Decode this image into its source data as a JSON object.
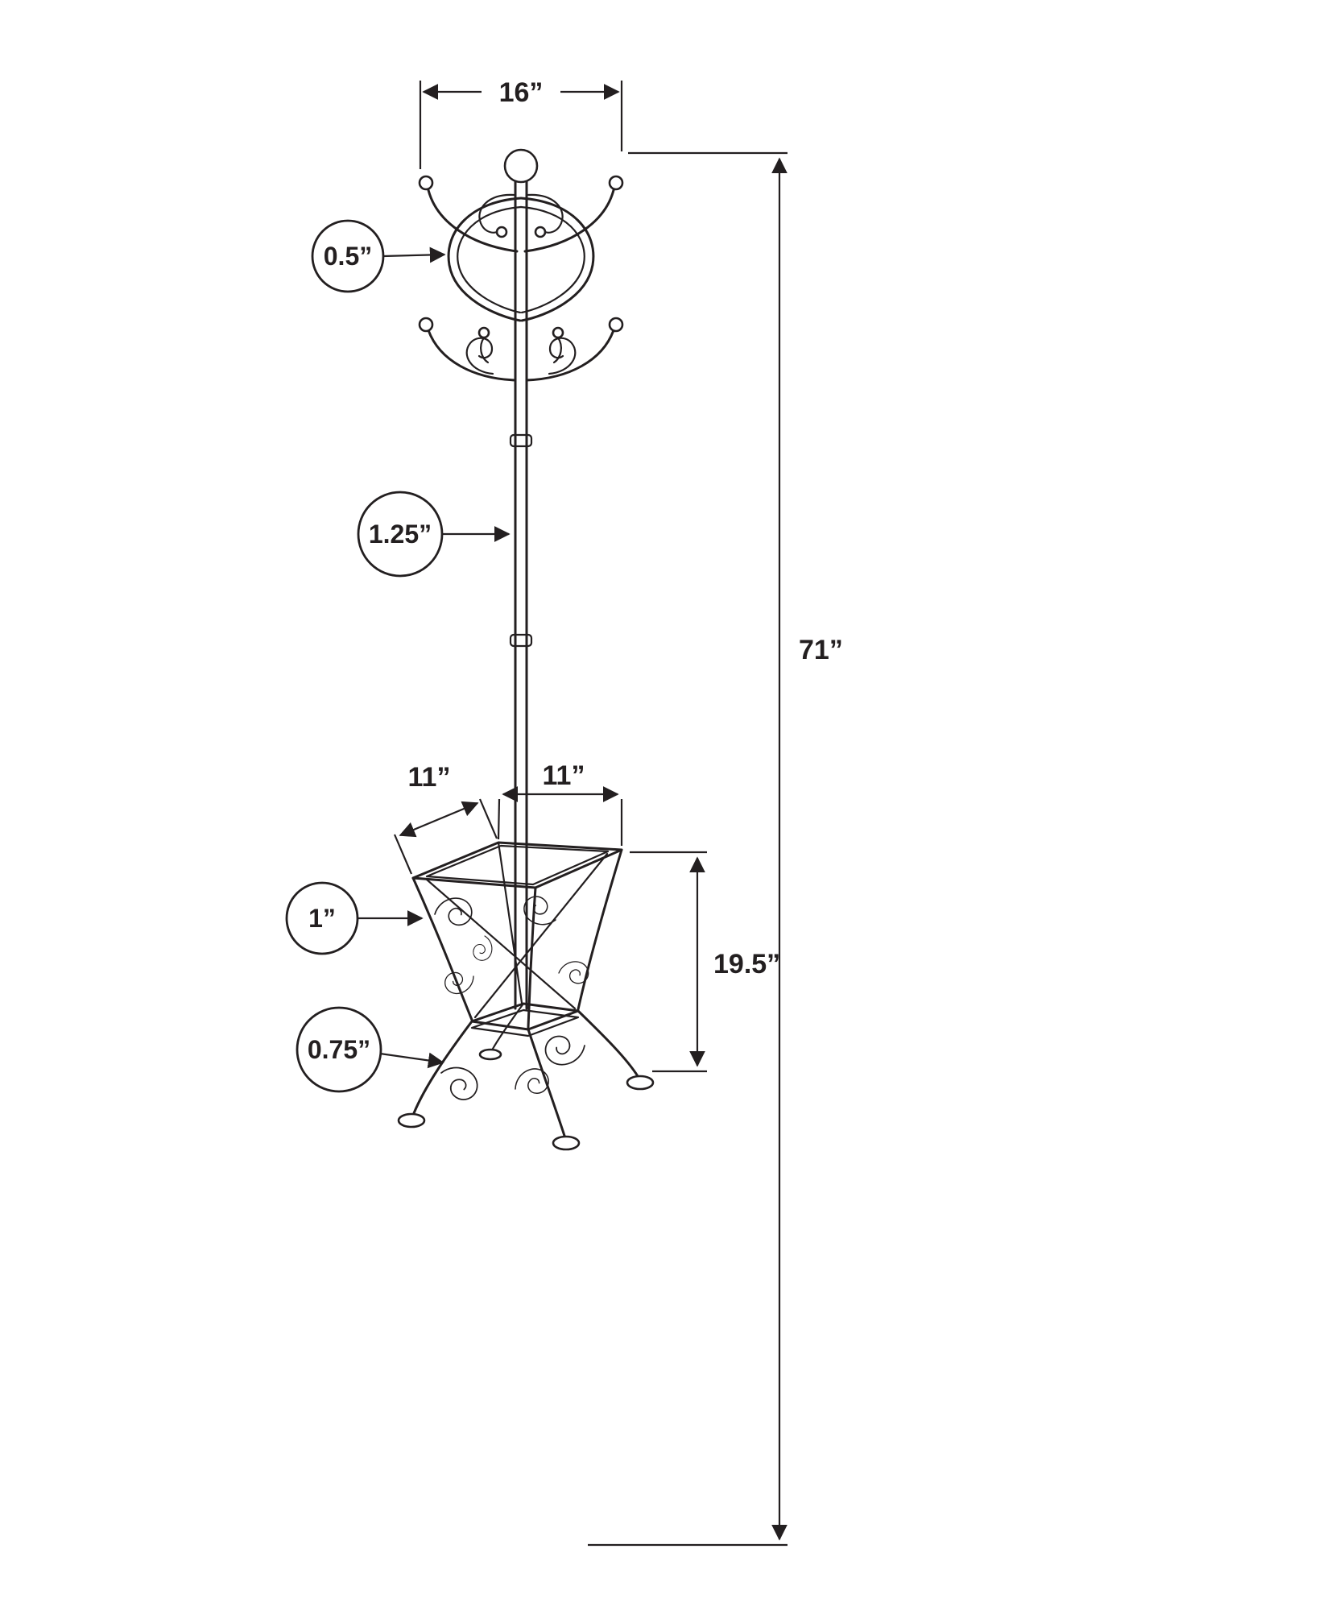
{
  "page": {
    "background": "#ffffff"
  },
  "diagram": {
    "name": "coat-rack-with-umbrella-stand-dimension-drawing",
    "line_color": "#231f20",
    "labels": {
      "top_width": "16”",
      "hook_diameter": "0.5”",
      "pole_diameter": "1.25”",
      "overall_height": "71”",
      "base_depth": "11”",
      "base_width": "11”",
      "frame_diameter": "1”",
      "stand_height": "19.5”",
      "leg_diameter": "0.75”"
    }
  }
}
